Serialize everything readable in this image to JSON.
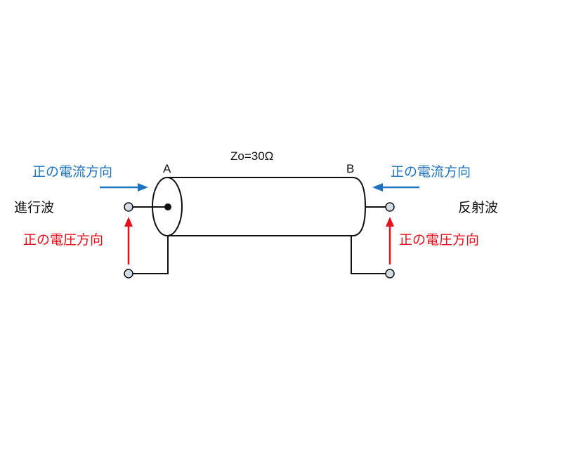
{
  "diagram": {
    "impedance_label": "Zo=30Ω",
    "node_a": "A",
    "node_b": "B",
    "left": {
      "wave_label": "進行波",
      "current_label": "正の電流方向",
      "voltage_label": "正の電圧方向"
    },
    "right": {
      "wave_label": "反射波",
      "current_label": "正の電流方向",
      "voltage_label": "正の電圧方向"
    },
    "colors": {
      "current": "#1e73be",
      "voltage": "#e8101a",
      "line": "#111111",
      "terminal_fill": "#d3dbe5"
    }
  }
}
